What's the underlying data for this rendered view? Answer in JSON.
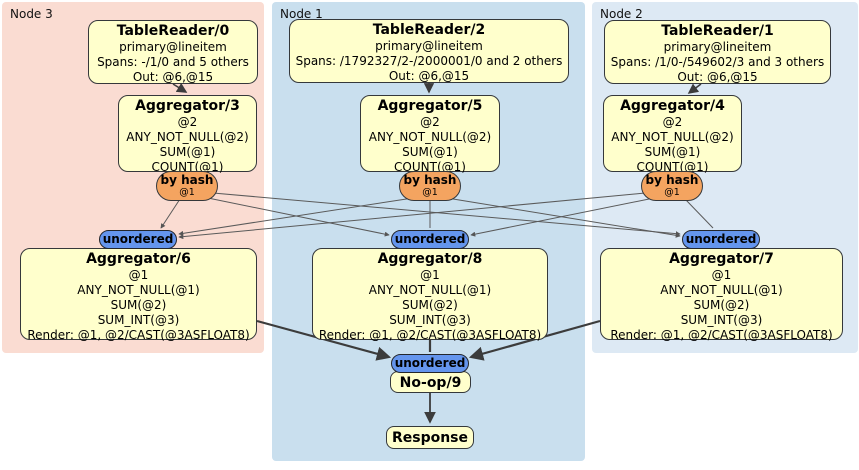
{
  "colors": {
    "processor_fill": "#ffffcc",
    "processor_border": "#35383b",
    "router_fill": "#f4a460",
    "sync_fill": "#6495ed",
    "node3_region": "#fadcd2",
    "node1_region": "#c9dfee",
    "node2_region": "#dde9f4",
    "edge": "#4a4a4a"
  },
  "nodes": {
    "node3": {
      "label": "Node 3",
      "tablereader": {
        "title": "TableReader/0",
        "l1": "primary@lineitem",
        "l2": "Spans: -/1/0 and 5 others",
        "l3": "Out: @6,@15"
      },
      "agg_top": {
        "title": "Aggregator/3",
        "l1": "@2",
        "l2": "ANY_NOT_NULL(@2)",
        "l3": "SUM(@1)",
        "l4": "COUNT(@1)"
      },
      "router": {
        "label": "by hash",
        "detail": "@1"
      },
      "sync": {
        "label": "unordered"
      },
      "agg_bottom": {
        "title": "Aggregator/6",
        "l1": "@1",
        "l2": "ANY_NOT_NULL(@1)",
        "l3": "SUM(@2)",
        "l4": "SUM_INT(@3)",
        "l5": "Render: @1, @2/CAST(@3ASFLOAT8)"
      }
    },
    "node1": {
      "label": "Node 1",
      "tablereader": {
        "title": "TableReader/2",
        "l1": "primary@lineitem",
        "l2": "Spans: /1792327/2-/2000001/0 and 2 others",
        "l3": "Out: @6,@15"
      },
      "agg_top": {
        "title": "Aggregator/5",
        "l1": "@2",
        "l2": "ANY_NOT_NULL(@2)",
        "l3": "SUM(@1)",
        "l4": "COUNT(@1)"
      },
      "router": {
        "label": "by hash",
        "detail": "@1"
      },
      "sync": {
        "label": "unordered"
      },
      "agg_bottom": {
        "title": "Aggregator/8",
        "l1": "@1",
        "l2": "ANY_NOT_NULL(@1)",
        "l3": "SUM(@2)",
        "l4": "SUM_INT(@3)",
        "l5": "Render: @1, @2/CAST(@3ASFLOAT8)"
      }
    },
    "node2": {
      "label": "Node 2",
      "tablereader": {
        "title": "TableReader/1",
        "l1": "primary@lineitem",
        "l2": "Spans: /1/0-/549602/3 and 3 others",
        "l3": "Out: @6,@15"
      },
      "agg_top": {
        "title": "Aggregator/4",
        "l1": "@2",
        "l2": "ANY_NOT_NULL(@2)",
        "l3": "SUM(@1)",
        "l4": "COUNT(@1)"
      },
      "router": {
        "label": "by hash",
        "detail": "@1"
      },
      "sync": {
        "label": "unordered"
      },
      "agg_bottom": {
        "title": "Aggregator/7",
        "l1": "@1",
        "l2": "ANY_NOT_NULL(@1)",
        "l3": "SUM(@2)",
        "l4": "SUM_INT(@3)",
        "l5": "Render: @1, @2/CAST(@3ASFLOAT8)"
      }
    }
  },
  "final": {
    "sync": {
      "label": "unordered"
    },
    "noop": {
      "title": "No-op/9"
    },
    "response": {
      "title": "Response"
    }
  }
}
